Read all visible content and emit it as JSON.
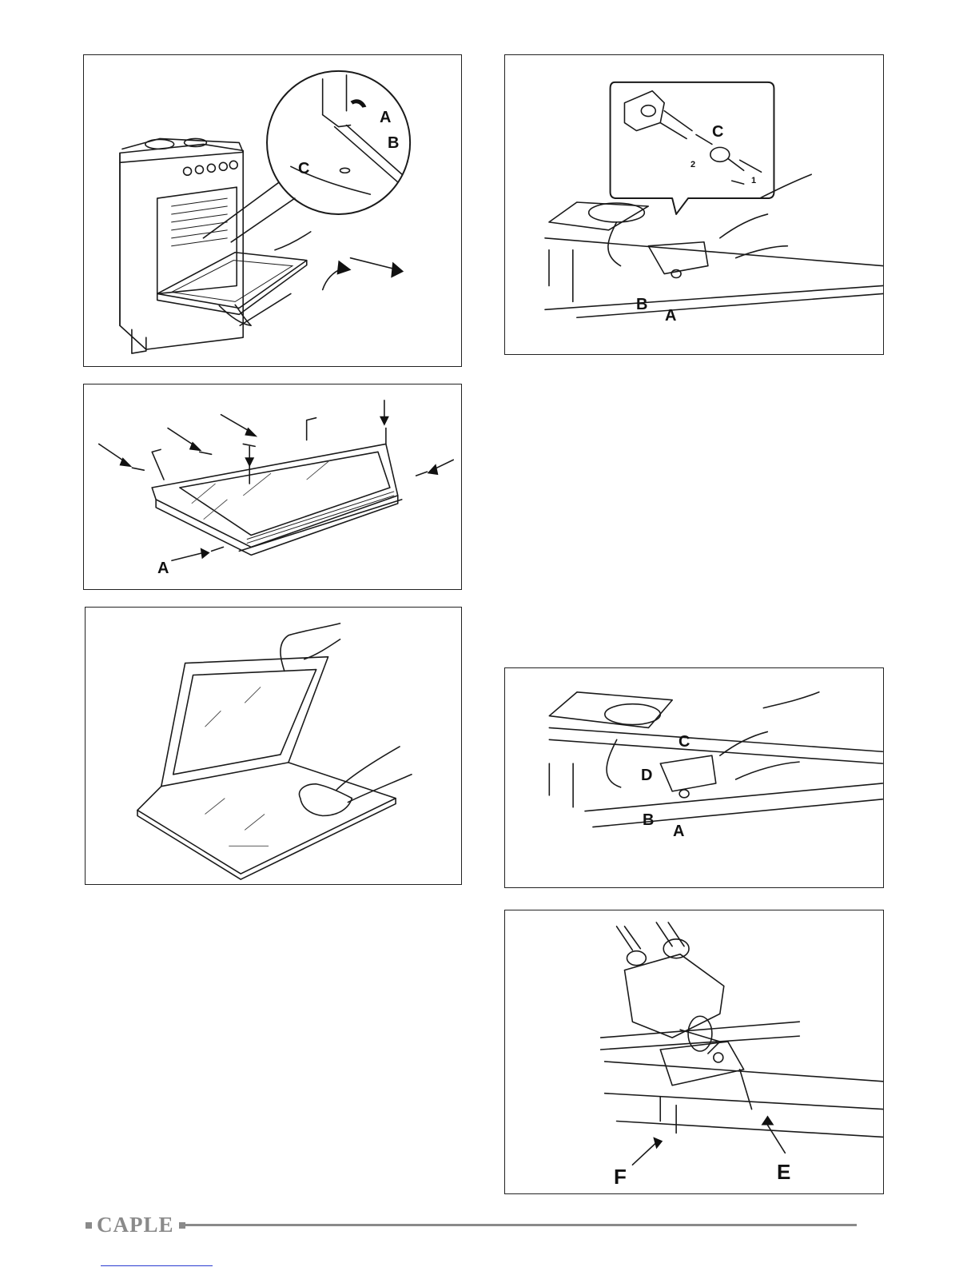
{
  "figures": {
    "fig1": {
      "callouts": {
        "a": "A",
        "b": "B",
        "c": "C"
      }
    },
    "fig2": {
      "callouts": {
        "a": "A"
      }
    },
    "fig4": {
      "callouts": {
        "c": "C",
        "n2": "2",
        "n1": "1",
        "b": "B",
        "a": "A"
      }
    },
    "fig5": {
      "callouts": {
        "c": "C",
        "d": "D",
        "b": "B",
        "a": "A"
      }
    },
    "fig6": {
      "callouts": {
        "f": "F",
        "e": "E"
      }
    }
  },
  "footer": {
    "brand": "CAPLE"
  },
  "colors": {
    "line": "#1a1a1a",
    "brand_gray": "#8a8a8a",
    "link": "#2a3bd0"
  }
}
